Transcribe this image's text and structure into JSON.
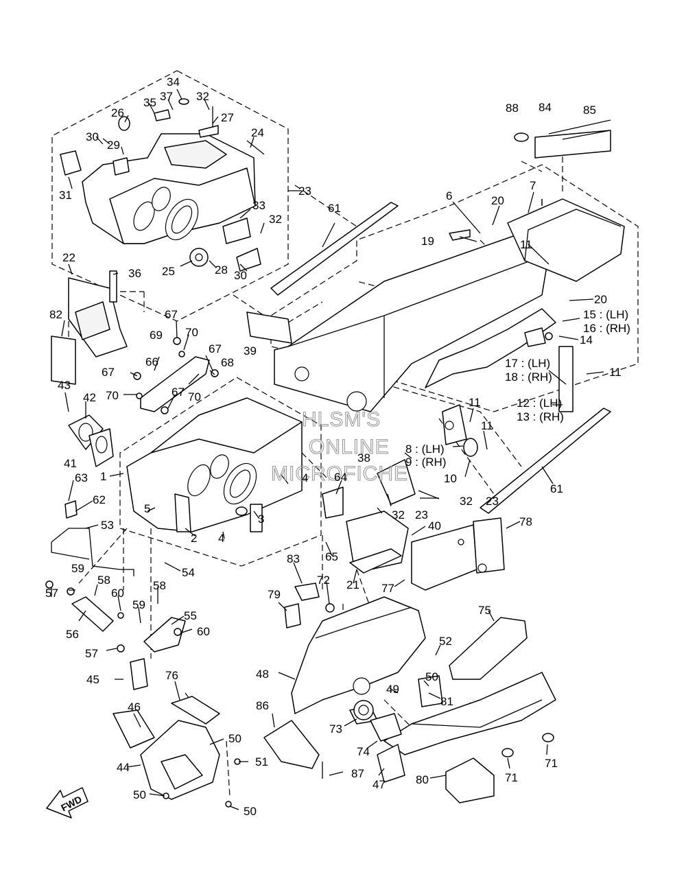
{
  "watermark": [
    "HLSM'S",
    "ONLINE",
    "MICROFICHE"
  ],
  "fwd_label": "FWD",
  "callouts": [
    {
      "id": "c1",
      "text": "1"
    },
    {
      "id": "c2",
      "text": "2"
    },
    {
      "id": "c3",
      "text": "3"
    },
    {
      "id": "c4a",
      "text": "4"
    },
    {
      "id": "c4b",
      "text": "4"
    },
    {
      "id": "c5",
      "text": "5"
    },
    {
      "id": "c6",
      "text": "6"
    },
    {
      "id": "c7",
      "text": "7"
    },
    {
      "id": "c8",
      "text": "8 : (LH)"
    },
    {
      "id": "c9",
      "text": "9 : (RH)"
    },
    {
      "id": "c10",
      "text": "10"
    },
    {
      "id": "c11a",
      "text": "11"
    },
    {
      "id": "c11b",
      "text": "11"
    },
    {
      "id": "c11c",
      "text": "11"
    },
    {
      "id": "c11d",
      "text": "11"
    },
    {
      "id": "c12",
      "text": "12 : (LH)"
    },
    {
      "id": "c13",
      "text": "13 : (RH)"
    },
    {
      "id": "c14",
      "text": "14"
    },
    {
      "id": "c15",
      "text": "15 : (LH)"
    },
    {
      "id": "c16",
      "text": "16 : (RH)"
    },
    {
      "id": "c17",
      "text": "17 : (LH)"
    },
    {
      "id": "c18",
      "text": "18 : (RH)"
    },
    {
      "id": "c19",
      "text": "19"
    },
    {
      "id": "c20a",
      "text": "20"
    },
    {
      "id": "c20b",
      "text": "20"
    },
    {
      "id": "c21",
      "text": "21"
    },
    {
      "id": "c22",
      "text": "22"
    },
    {
      "id": "c23a",
      "text": "23"
    },
    {
      "id": "c23b",
      "text": "23"
    },
    {
      "id": "c23c",
      "text": "23"
    },
    {
      "id": "c24",
      "text": "24"
    },
    {
      "id": "c25",
      "text": "25"
    },
    {
      "id": "c26",
      "text": "26"
    },
    {
      "id": "c27",
      "text": "27"
    },
    {
      "id": "c28",
      "text": "28"
    },
    {
      "id": "c29",
      "text": "29"
    },
    {
      "id": "c30a",
      "text": "30"
    },
    {
      "id": "c30b",
      "text": "30"
    },
    {
      "id": "c31",
      "text": "31"
    },
    {
      "id": "c32a",
      "text": "32"
    },
    {
      "id": "c32b",
      "text": "32"
    },
    {
      "id": "c32c",
      "text": "32"
    },
    {
      "id": "c32d",
      "text": "32"
    },
    {
      "id": "c33",
      "text": "33"
    },
    {
      "id": "c34",
      "text": "34"
    },
    {
      "id": "c35",
      "text": "35"
    },
    {
      "id": "c36",
      "text": "36"
    },
    {
      "id": "c37",
      "text": "37"
    },
    {
      "id": "c38",
      "text": "38"
    },
    {
      "id": "c39",
      "text": "39"
    },
    {
      "id": "c40",
      "text": "40"
    },
    {
      "id": "c41",
      "text": "41"
    },
    {
      "id": "c42",
      "text": "42"
    },
    {
      "id": "c43",
      "text": "43"
    },
    {
      "id": "c44",
      "text": "44"
    },
    {
      "id": "c45",
      "text": "45"
    },
    {
      "id": "c46",
      "text": "46"
    },
    {
      "id": "c47",
      "text": "47"
    },
    {
      "id": "c48",
      "text": "48"
    },
    {
      "id": "c49",
      "text": "49"
    },
    {
      "id": "c50a",
      "text": "50"
    },
    {
      "id": "c50b",
      "text": "50"
    },
    {
      "id": "c50c",
      "text": "50"
    },
    {
      "id": "c50d",
      "text": "50"
    },
    {
      "id": "c51",
      "text": "51"
    },
    {
      "id": "c52",
      "text": "52"
    },
    {
      "id": "c53",
      "text": "53"
    },
    {
      "id": "c54",
      "text": "54"
    },
    {
      "id": "c55",
      "text": "55"
    },
    {
      "id": "c56",
      "text": "56"
    },
    {
      "id": "c57a",
      "text": "57"
    },
    {
      "id": "c57b",
      "text": "57"
    },
    {
      "id": "c58a",
      "text": "58"
    },
    {
      "id": "c58b",
      "text": "58"
    },
    {
      "id": "c59a",
      "text": "59"
    },
    {
      "id": "c59b",
      "text": "59"
    },
    {
      "id": "c60a",
      "text": "60"
    },
    {
      "id": "c60b",
      "text": "60"
    },
    {
      "id": "c61a",
      "text": "61"
    },
    {
      "id": "c61b",
      "text": "61"
    },
    {
      "id": "c62",
      "text": "62"
    },
    {
      "id": "c63",
      "text": "63"
    },
    {
      "id": "c64",
      "text": "64"
    },
    {
      "id": "c65",
      "text": "65"
    },
    {
      "id": "c66",
      "text": "66"
    },
    {
      "id": "c67a",
      "text": "67"
    },
    {
      "id": "c67b",
      "text": "67"
    },
    {
      "id": "c67c",
      "text": "67"
    },
    {
      "id": "c67d",
      "text": "67"
    },
    {
      "id": "c68",
      "text": "68"
    },
    {
      "id": "c69",
      "text": "69"
    },
    {
      "id": "c70a",
      "text": "70"
    },
    {
      "id": "c70b",
      "text": "70"
    },
    {
      "id": "c70c",
      "text": "70"
    },
    {
      "id": "c71a",
      "text": "71"
    },
    {
      "id": "c71b",
      "text": "71"
    },
    {
      "id": "c72",
      "text": "72"
    },
    {
      "id": "c73",
      "text": "73"
    },
    {
      "id": "c74",
      "text": "74"
    },
    {
      "id": "c75",
      "text": "75"
    },
    {
      "id": "c76",
      "text": "76"
    },
    {
      "id": "c77",
      "text": "77"
    },
    {
      "id": "c78",
      "text": "78"
    },
    {
      "id": "c79",
      "text": "79"
    },
    {
      "id": "c80",
      "text": "80"
    },
    {
      "id": "c81",
      "text": "81"
    },
    {
      "id": "c82",
      "text": "82"
    },
    {
      "id": "c83",
      "text": "83"
    },
    {
      "id": "c84",
      "text": "84"
    },
    {
      "id": "c85",
      "text": "85"
    },
    {
      "id": "c86",
      "text": "86"
    },
    {
      "id": "c87",
      "text": "87"
    },
    {
      "id": "c88",
      "text": "88"
    }
  ]
}
